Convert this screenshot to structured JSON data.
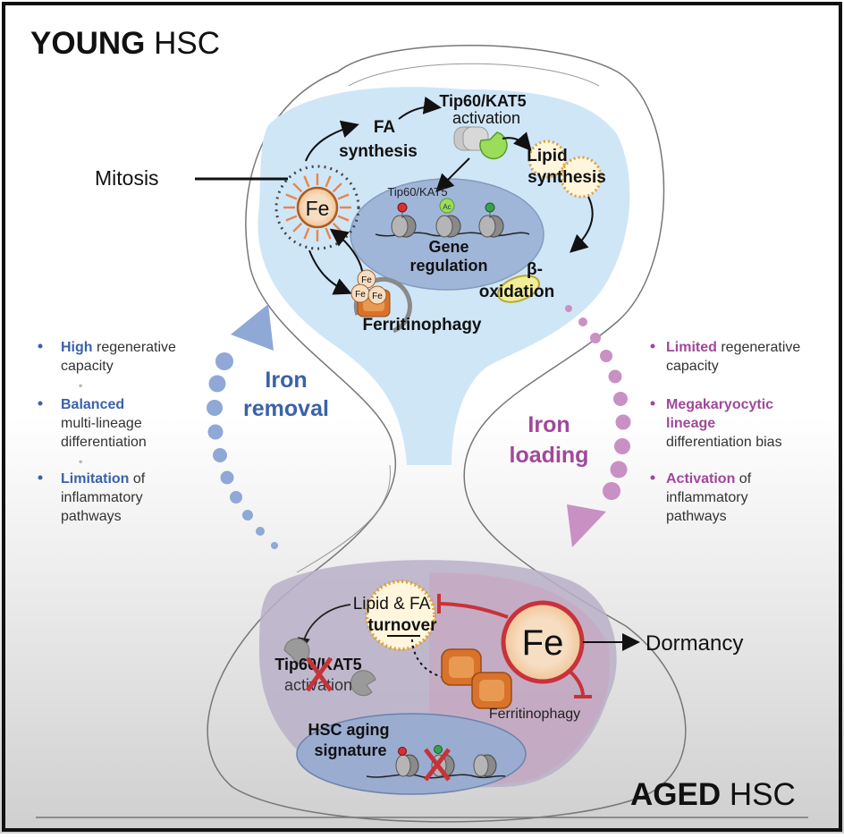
{
  "young": {
    "title_bold": "YOUNG",
    "title_rest": " HSC"
  },
  "aged": {
    "title_bold": "AGED",
    "title_rest": " HSC"
  },
  "top": {
    "mitosis": "Mitosis",
    "fe": "Fe",
    "fa_synthesis": {
      "line1": "FA",
      "line2": "synthesis"
    },
    "tip60_activation": {
      "line1": "Tip60/KAT5",
      "line2": "activation"
    },
    "lipid_synthesis": {
      "line1": "Lipid",
      "line2": "synthesis"
    },
    "nucleus_tip60": "Tip60/KAT5",
    "acetyl_tag": "Ac",
    "gene_regulation": {
      "line1": "Gene",
      "line2": "regulation"
    },
    "beta_oxidation": {
      "line1": "β-",
      "line2": "oxidation"
    },
    "ferritinophagy": "Ferritinophagy",
    "ferritin_fe": [
      "Fe",
      "Fe",
      "Fe"
    ]
  },
  "arrows": {
    "iron_removal": {
      "line1": "Iron",
      "line2": "removal"
    },
    "iron_loading": {
      "line1": "Iron",
      "line2": "loading"
    }
  },
  "left_list": {
    "items": [
      {
        "bold": "High",
        "rest1": " regenerative",
        "rest2": "capacity",
        "rest3": ""
      },
      {
        "bold": "Balanced",
        "rest1": "",
        "rest2": "multi-lineage",
        "rest3": "differentiation"
      },
      {
        "bold": "Limitation",
        "rest1": " of",
        "rest2": "inflammatory",
        "rest3": "pathways"
      }
    ],
    "sub_bullet": "◦"
  },
  "right_list": {
    "items": [
      {
        "bold1": "Limited",
        "bold2": "",
        "rest1": " regenerative",
        "rest2": "capacity",
        "rest3": ""
      },
      {
        "bold1": "Megakaryocytic",
        "bold2": "lineage",
        "rest1": "",
        "rest2": "differentiation bias",
        "rest3": ""
      },
      {
        "bold1": "Activation",
        "bold2": "",
        "rest1": " of",
        "rest2": "inflammatory",
        "rest3": "pathways"
      }
    ]
  },
  "bottom": {
    "lipid_fa": "Lipid & FA",
    "turnover": "turnover",
    "fe": "Fe",
    "dormancy": "Dormancy",
    "tip60_activation": {
      "line1": "Tip60/KAT5",
      "line2": "activation"
    },
    "ferritinophagy": "Ferritinophagy",
    "aging_signature": {
      "line1": "HSC aging",
      "line2": "signature"
    }
  },
  "colors": {
    "blue_accent": "#3a62a8",
    "purple_accent": "#a0489a",
    "inhibit_red": "#c8323a",
    "fe_fill": "#f7dec2",
    "ferritin_orange": "#e0912e"
  }
}
